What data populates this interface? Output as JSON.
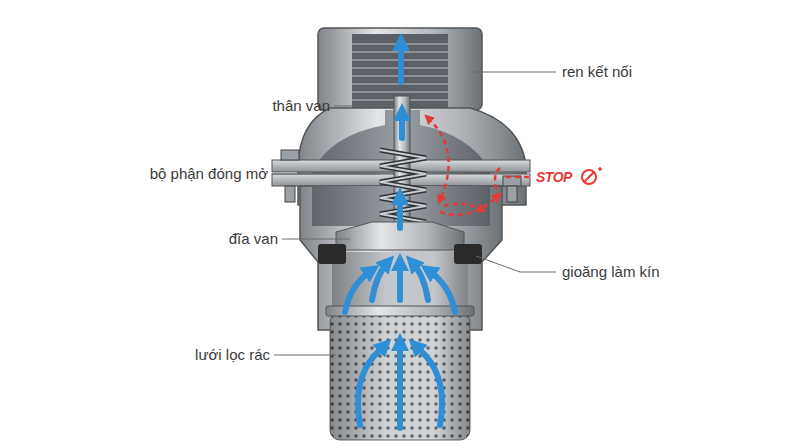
{
  "diagram": {
    "labels": [
      "ren kết nối",
      "thân van",
      "bộ phận đóng mở",
      "STOP",
      "đĩa van",
      "gioăng làm kín",
      "lưới lọc rác"
    ]
  }
}
